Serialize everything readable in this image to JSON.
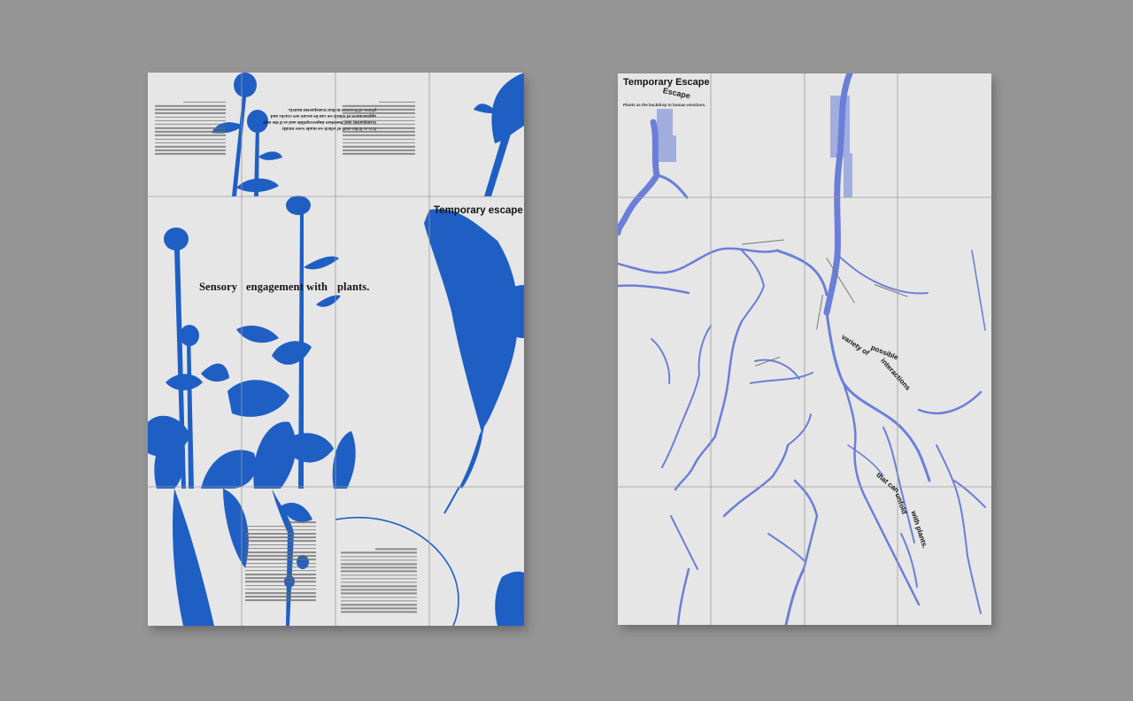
{
  "left_poster": {
    "headline_words": [
      "Sensory",
      "engagement with",
      "plants."
    ],
    "title": "Temporary escape",
    "quote_lines": [
      "It is as if the stuff of which we",
      "made were totally transparent and therefore",
      "imperceptible and as if the only",
      "appearances of which we can be aware are cracks and planes",
      "of fracture in that transparent",
      "matrix."
    ],
    "accent_color": "#1f5fc4"
  },
  "right_poster": {
    "title": "Temporary Escape",
    "subtitle": "Plants as the backdrop to human emotions.",
    "curved_words": [
      "variety of",
      "possible",
      "interactions"
    ],
    "curved_words_lower": [
      "that can",
      "unfold",
      "with plants."
    ],
    "accent_color": "#6b7fd8"
  },
  "background_color": "#959595"
}
